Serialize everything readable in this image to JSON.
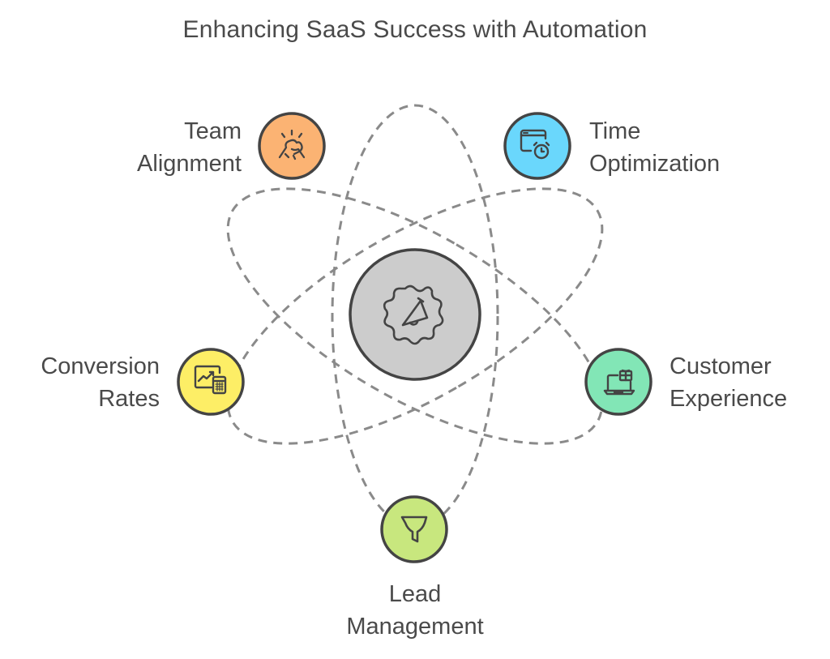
{
  "title": "Enhancing SaaS Success with Automation",
  "center": {
    "icon": "gear-megaphone-icon",
    "fill": "#cccccc"
  },
  "stroke_color": "#444444",
  "orbit_color": "#8a8a8a",
  "nodes": [
    {
      "id": "team-alignment",
      "lines": [
        "Team",
        "Alignment"
      ],
      "icon": "handshake-icon",
      "fill": "#fbb373"
    },
    {
      "id": "time-optimization",
      "lines": [
        "Time",
        "Optimization"
      ],
      "icon": "calendar-clock-icon",
      "fill": "#6ad7fc"
    },
    {
      "id": "conversion-rates",
      "lines": [
        "Conversion",
        "Rates"
      ],
      "icon": "chart-calculator-icon",
      "fill": "#fdee66"
    },
    {
      "id": "customer-experience",
      "lines": [
        "Customer",
        "Experience"
      ],
      "icon": "laptop-gift-icon",
      "fill": "#82e6b6"
    },
    {
      "id": "lead-management",
      "lines": [
        "Lead",
        "Management"
      ],
      "icon": "funnel-icon",
      "fill": "#c8e77e"
    }
  ]
}
